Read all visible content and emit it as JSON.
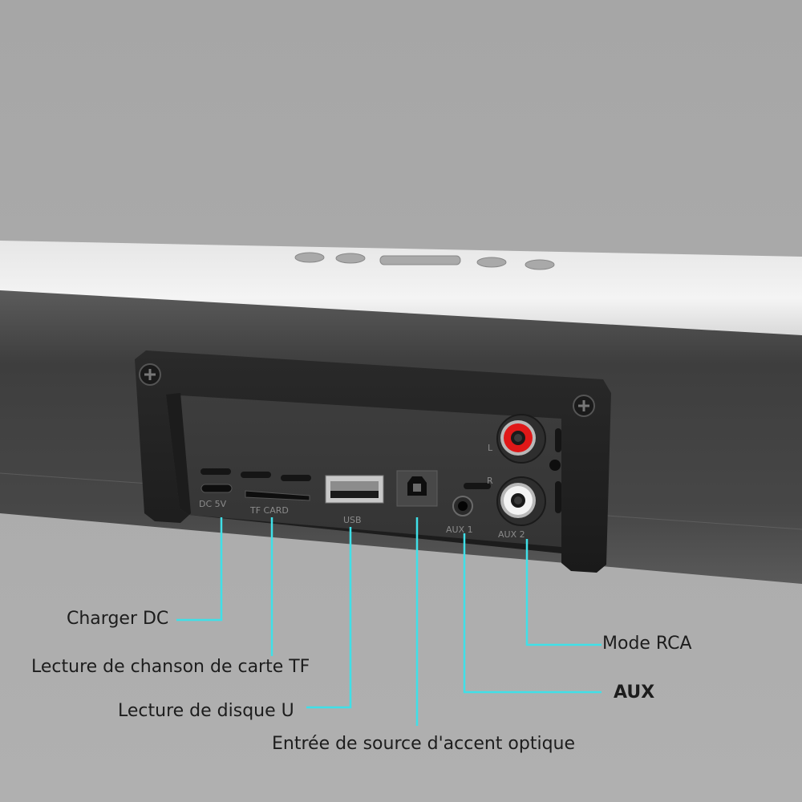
{
  "port_labels": {
    "dc": "DC  5V",
    "tf": "TF  CARD",
    "usb": "USB",
    "aux1": "AUX 1",
    "aux2": "AUX 2",
    "left": "L",
    "right": "R"
  },
  "callouts": {
    "charger_dc": "Charger DC",
    "tf_card": "Lecture de chanson de carte TF",
    "usb_disk": "Lecture de disque U",
    "optical": "Entrée de source d'accent optique",
    "rca": "Mode RCA",
    "aux": "AUX"
  },
  "colors": {
    "leader_line": "#3fe0e8",
    "rca_left": "#e01818",
    "rca_right": "#f4f4f4"
  }
}
